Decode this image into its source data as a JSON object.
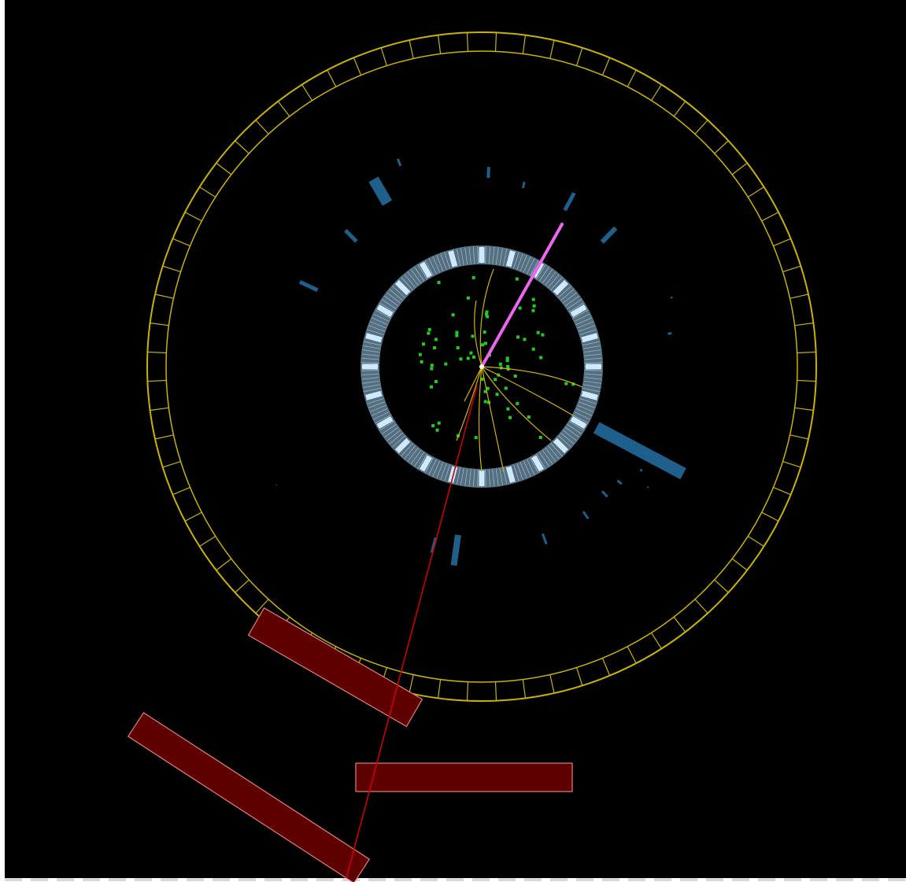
{
  "colors": {
    "background": "#000000",
    "page_margin": "#ffffff",
    "calorimeter_outline": "#c8b400",
    "tracker_ring": "#9cc8e6",
    "tracker_module": "#cfe9ff",
    "hit": "#22cc22",
    "track": "#d2b400",
    "ecal_tower": "#1e5f8c",
    "electron_track": "#ee66ee",
    "muon_track": "#cc0000",
    "muon_chamber_fill": "#5e0000",
    "muon_chamber_outline": "#e08080",
    "dashed_strip": "#d8d8d8"
  },
  "detector": {
    "hcal_segments": 72,
    "tracker_modules": 24,
    "muon_chambers": 3
  },
  "objects": {
    "electron": {
      "label": "electron-track",
      "direction_deg": 56
    },
    "muon": {
      "label": "muon-track",
      "direction_deg": -103
    },
    "charged_tracks": 9,
    "ecal_deposits": 20,
    "tracker_hits": 70
  }
}
